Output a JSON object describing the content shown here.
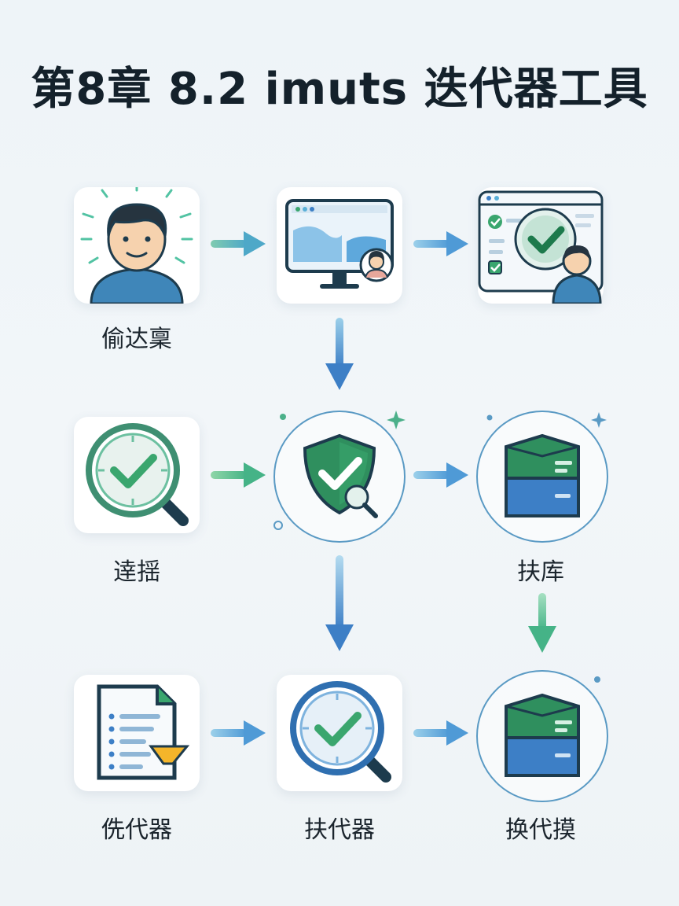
{
  "title": "第8章 8.2 imuts 迭代器工具",
  "colors": {
    "green": "#3aa66e",
    "blue": "#3d7fc6",
    "teal": "#4cb08a",
    "dark": "#1d3b4d"
  },
  "nodes": [
    {
      "id": "n1",
      "icon": "person-icon",
      "label": "偷达稟"
    },
    {
      "id": "n2",
      "icon": "monitor-icon",
      "label": ""
    },
    {
      "id": "n3",
      "icon": "checklist-window-icon",
      "label": ""
    },
    {
      "id": "n4",
      "icon": "magnifier-check-icon",
      "label": "逹揺"
    },
    {
      "id": "n5",
      "icon": "shield-check-icon",
      "label": ""
    },
    {
      "id": "n6",
      "icon": "box-icon",
      "label": "扶库"
    },
    {
      "id": "n7",
      "icon": "document-icon",
      "label": "侁代器"
    },
    {
      "id": "n8",
      "icon": "magnifier-check-icon",
      "label": "扶代器"
    },
    {
      "id": "n9",
      "icon": "box-icon",
      "label": "换代摸"
    }
  ]
}
